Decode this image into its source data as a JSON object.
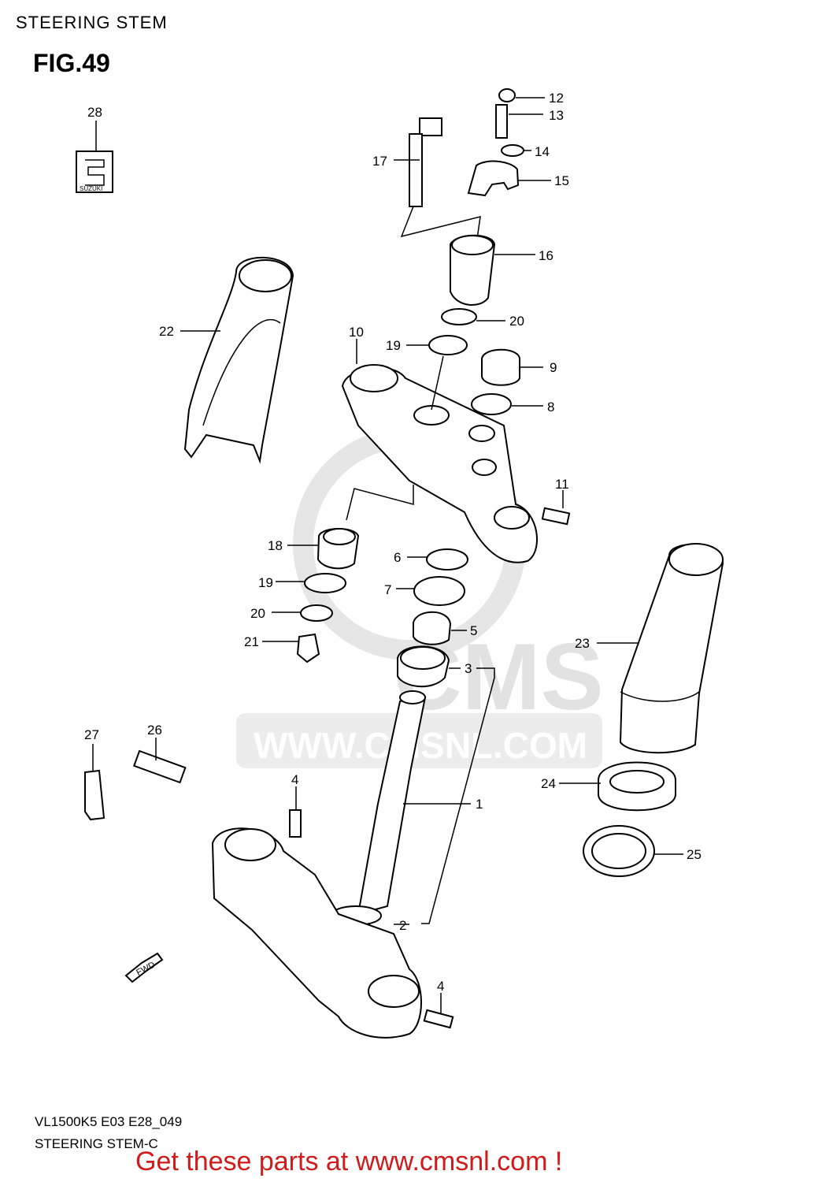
{
  "header": {
    "title": "STEERING STEM"
  },
  "figure": {
    "label": "FIG.49"
  },
  "watermark": {
    "brand": "CMS",
    "site": "WWW.CMSNL.COM"
  },
  "logo": {
    "text": "SUZUKI"
  },
  "arrow": {
    "text": "FWD"
  },
  "callouts": [
    {
      "id": "c1",
      "text": "1"
    },
    {
      "id": "c2",
      "text": "2"
    },
    {
      "id": "c3",
      "text": "3"
    },
    {
      "id": "c4a",
      "text": "4"
    },
    {
      "id": "c4b",
      "text": "4"
    },
    {
      "id": "c5",
      "text": "5"
    },
    {
      "id": "c6",
      "text": "6"
    },
    {
      "id": "c7",
      "text": "7"
    },
    {
      "id": "c8",
      "text": "8"
    },
    {
      "id": "c9",
      "text": "9"
    },
    {
      "id": "c10",
      "text": "10"
    },
    {
      "id": "c11",
      "text": "11"
    },
    {
      "id": "c12",
      "text": "12"
    },
    {
      "id": "c13",
      "text": "13"
    },
    {
      "id": "c14",
      "text": "14"
    },
    {
      "id": "c15",
      "text": "15"
    },
    {
      "id": "c16",
      "text": "16"
    },
    {
      "id": "c17",
      "text": "17"
    },
    {
      "id": "c18",
      "text": "18"
    },
    {
      "id": "c19a",
      "text": "19"
    },
    {
      "id": "c19b",
      "text": "19"
    },
    {
      "id": "c20a",
      "text": "20"
    },
    {
      "id": "c20b",
      "text": "20"
    },
    {
      "id": "c21",
      "text": "21"
    },
    {
      "id": "c22",
      "text": "22"
    },
    {
      "id": "c23",
      "text": "23"
    },
    {
      "id": "c24",
      "text": "24"
    },
    {
      "id": "c25",
      "text": "25"
    },
    {
      "id": "c26",
      "text": "26"
    },
    {
      "id": "c27",
      "text": "27"
    },
    {
      "id": "c28",
      "text": "28"
    }
  ],
  "footer": {
    "model": "VL1500K5 E03 E28_049",
    "caption": "STEERING STEM-C"
  },
  "promo": {
    "text": "Get these parts at www.cmsnl.com !",
    "color": "#d11a1a"
  }
}
